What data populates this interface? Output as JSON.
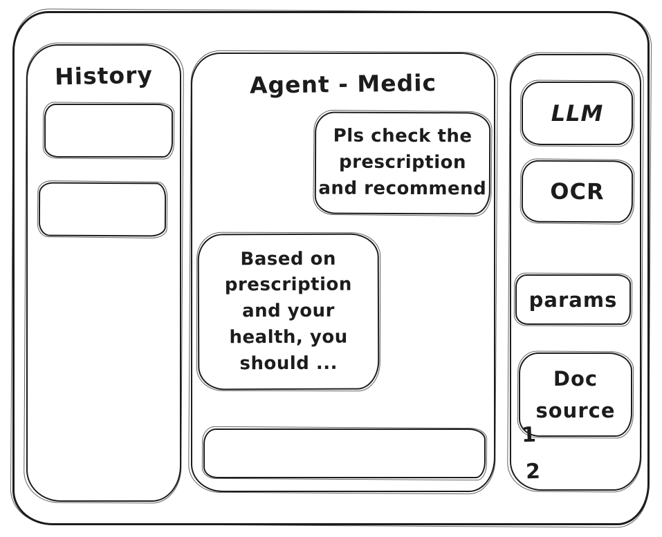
{
  "colors": {
    "stroke": "#1c1c1c",
    "background": "#ffffff"
  },
  "history_panel": {
    "title": "History",
    "item_count": 2
  },
  "chat_panel": {
    "title": "Agent - Medic",
    "user_message": "Pls check the\nprescription\nand recommend",
    "agent_message": "Based on\nprescription\nand your\nhealth, you\nshould ...",
    "input_value": ""
  },
  "tools_panel": {
    "buttons": [
      {
        "label": "LLM"
      },
      {
        "label": "OCR"
      },
      {
        "label": "params"
      },
      {
        "label": "Doc source"
      }
    ],
    "doc_source_items": [
      "1",
      "2"
    ]
  }
}
